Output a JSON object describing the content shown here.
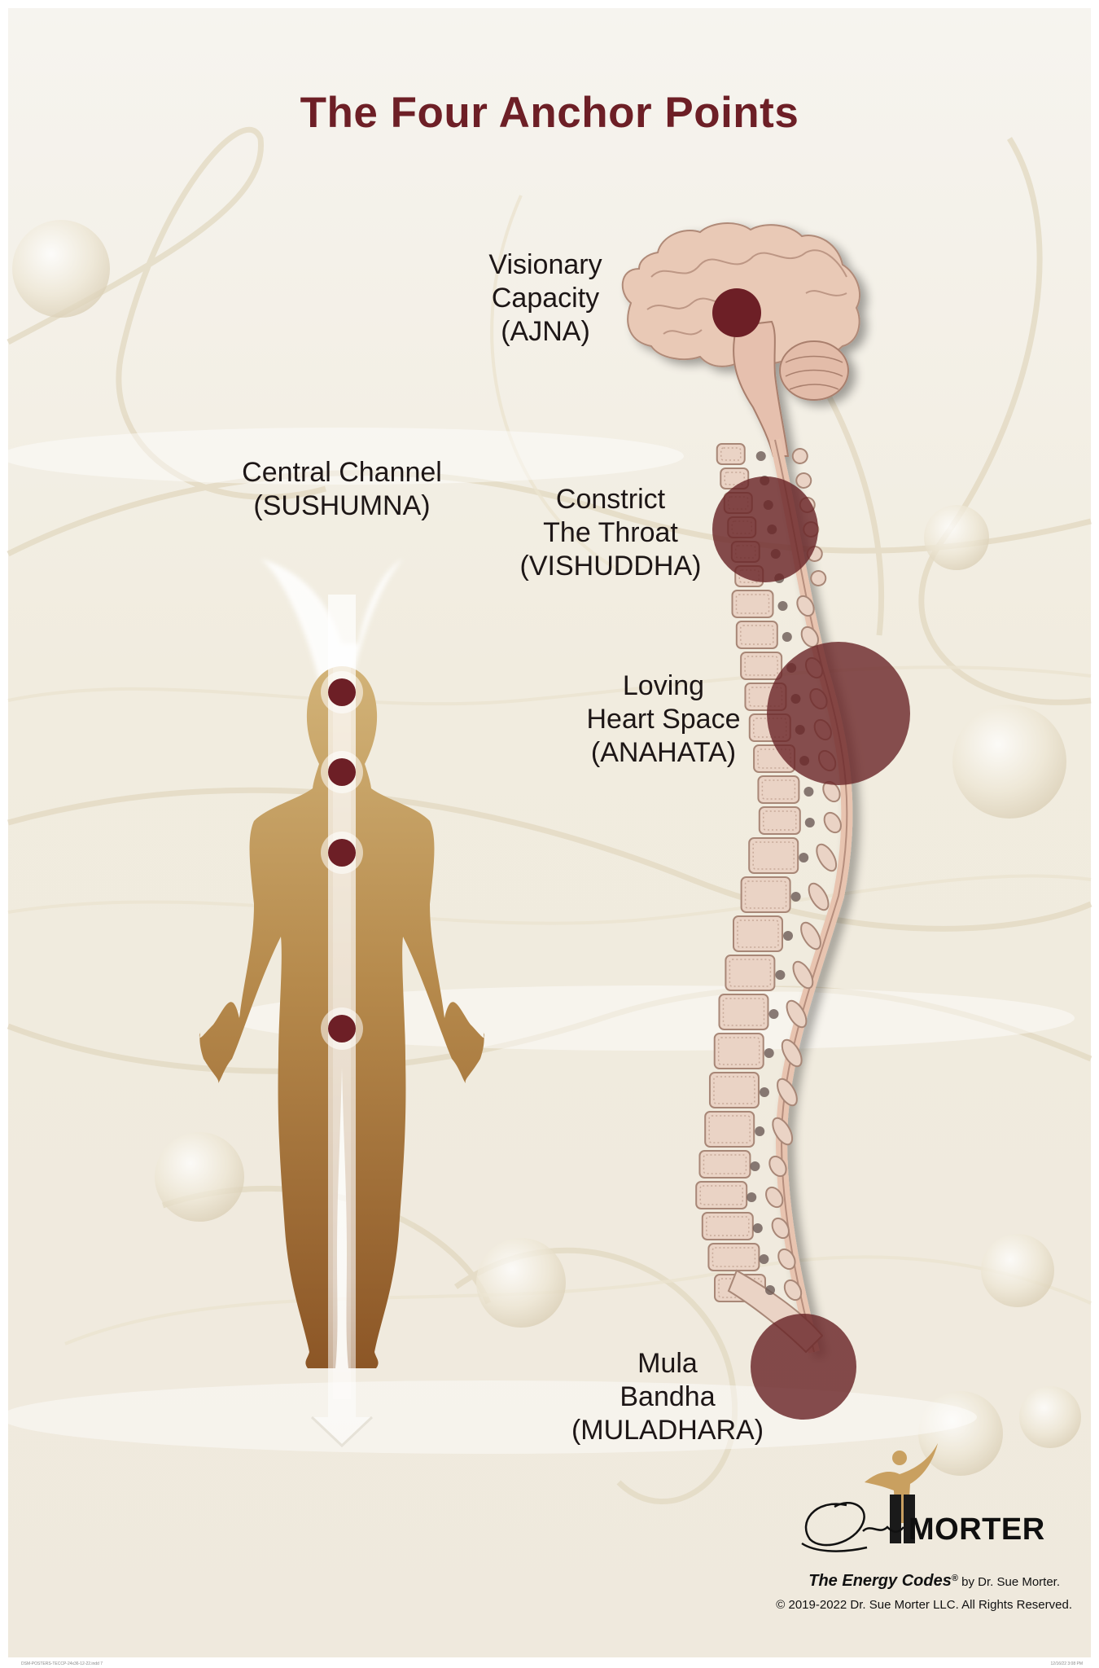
{
  "poster": {
    "title": "The Four Anchor Points",
    "body_chakra_count": 4,
    "labels": {
      "central_channel": {
        "line1": "Central Channel",
        "line2": "(SUSHUMNA)"
      },
      "visionary": {
        "line1": "Visionary",
        "line2": "Capacity",
        "line3": "(AJNA)"
      },
      "throat": {
        "line1": "Constrict",
        "line2": "The Throat",
        "line3": "(VISHUDDHA)"
      },
      "heart": {
        "line1": "Loving",
        "line2": "Heart Space",
        "line3": "(ANAHATA)"
      },
      "root": {
        "line1": "Mula",
        "line2": "Bandha",
        "line3": "(MULADHARA)"
      }
    },
    "brand": {
      "signature_text": "Sue",
      "name": "MORTER",
      "product": "The Energy Codes",
      "registered": "®",
      "byline": " by Dr. Sue Morter.",
      "copyright": "© 2019-2022 Dr. Sue Morter LLC. All Rights Reserved."
    },
    "print_marks": {
      "left": "DSM-POSTERS-TECCP-24x36-12-22.indd   7",
      "right": "12/16/22   3:08 PM"
    }
  },
  "colors": {
    "title": "#6d1f26",
    "marker": "#6d1f26",
    "marker_translucent": "#6a2628",
    "figure_top": "#c9aa6a",
    "figure_bottom": "#8a5a2a",
    "bone": "#ead3c5",
    "brain": "#e8c9b7",
    "background": "#f4f0e6"
  }
}
